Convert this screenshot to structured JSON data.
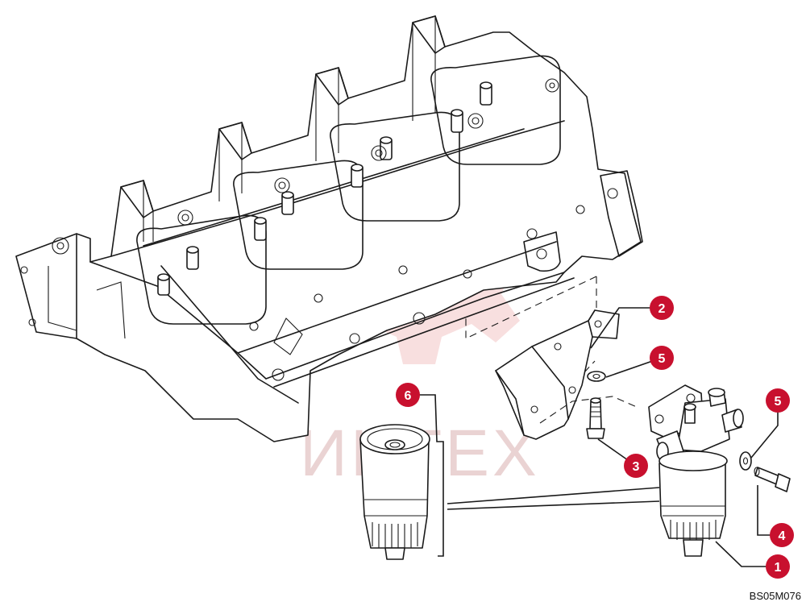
{
  "drawing": {
    "code": "BS05M076",
    "watermark_text": "ИНТЕХ",
    "watermark_color": "#e8a0a0",
    "callout_color": "#c8102e"
  },
  "callouts": [
    {
      "label": "2"
    },
    {
      "label": "5"
    },
    {
      "label": "6"
    },
    {
      "label": "5"
    },
    {
      "label": "3"
    },
    {
      "label": "4"
    },
    {
      "label": "1"
    }
  ]
}
